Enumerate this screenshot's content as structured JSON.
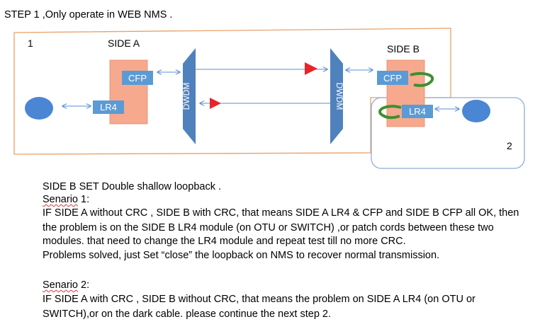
{
  "header": {
    "step_title": "STEP 1 ,Only operate in WEB NMS ."
  },
  "diagram": {
    "region_1_label": "1",
    "region_2_label": "2",
    "side_a_label": "SIDE A",
    "side_b_label": "SIDE B",
    "side_a_cfp": "CFP",
    "side_a_lr4": "LR4",
    "side_b_cfp": "CFP",
    "side_b_lr4": "LR4",
    "dwdm_left": "DWDM",
    "dwdm_right": "DWDM",
    "colors": {
      "region_outline": "#e9a16a",
      "module_fill": "#f7a98e",
      "module_stroke": "#e08a6a",
      "port_fill": "#5b9bd5",
      "dwdm_fill": "#4f81bd",
      "client_fill": "#4a86d4",
      "arrow_color": "#5a8fd0",
      "red_triangle": "#e8242a",
      "loop_green": "#3f8f2f",
      "region2_outline": "#8faed4"
    }
  },
  "text": {
    "intro": "SIDE B SET Double shallow loopback .",
    "scenario1_word": "Senario",
    "scenario1_num": " 1:",
    "s1_line1": "IF SIDE A without CRC , SIDE B with CRC, that means SIDE A LR4 & CFP and SIDE B CFP all OK, then",
    "s1_line2": "the problem is on the SIDE B LR4 module (on OTU or SWITCH) ,or patch cords between these two",
    "s1_line3": "modules. that need to  change the LR4 module and repeat test till no more CRC.",
    "s1_line4": "Problems solved, just Set “close” the loopback on NMS to recover normal transmission.",
    "scenario2_word": "Senario",
    "scenario2_num": "  2:",
    "s2_line1": "IF SIDE A with CRC , SIDE B without CRC, that means  the problem on SIDE A LR4 (on OTU or",
    "s2_line2": "SWITCH),or on the dark cable. please continue the next step 2."
  }
}
